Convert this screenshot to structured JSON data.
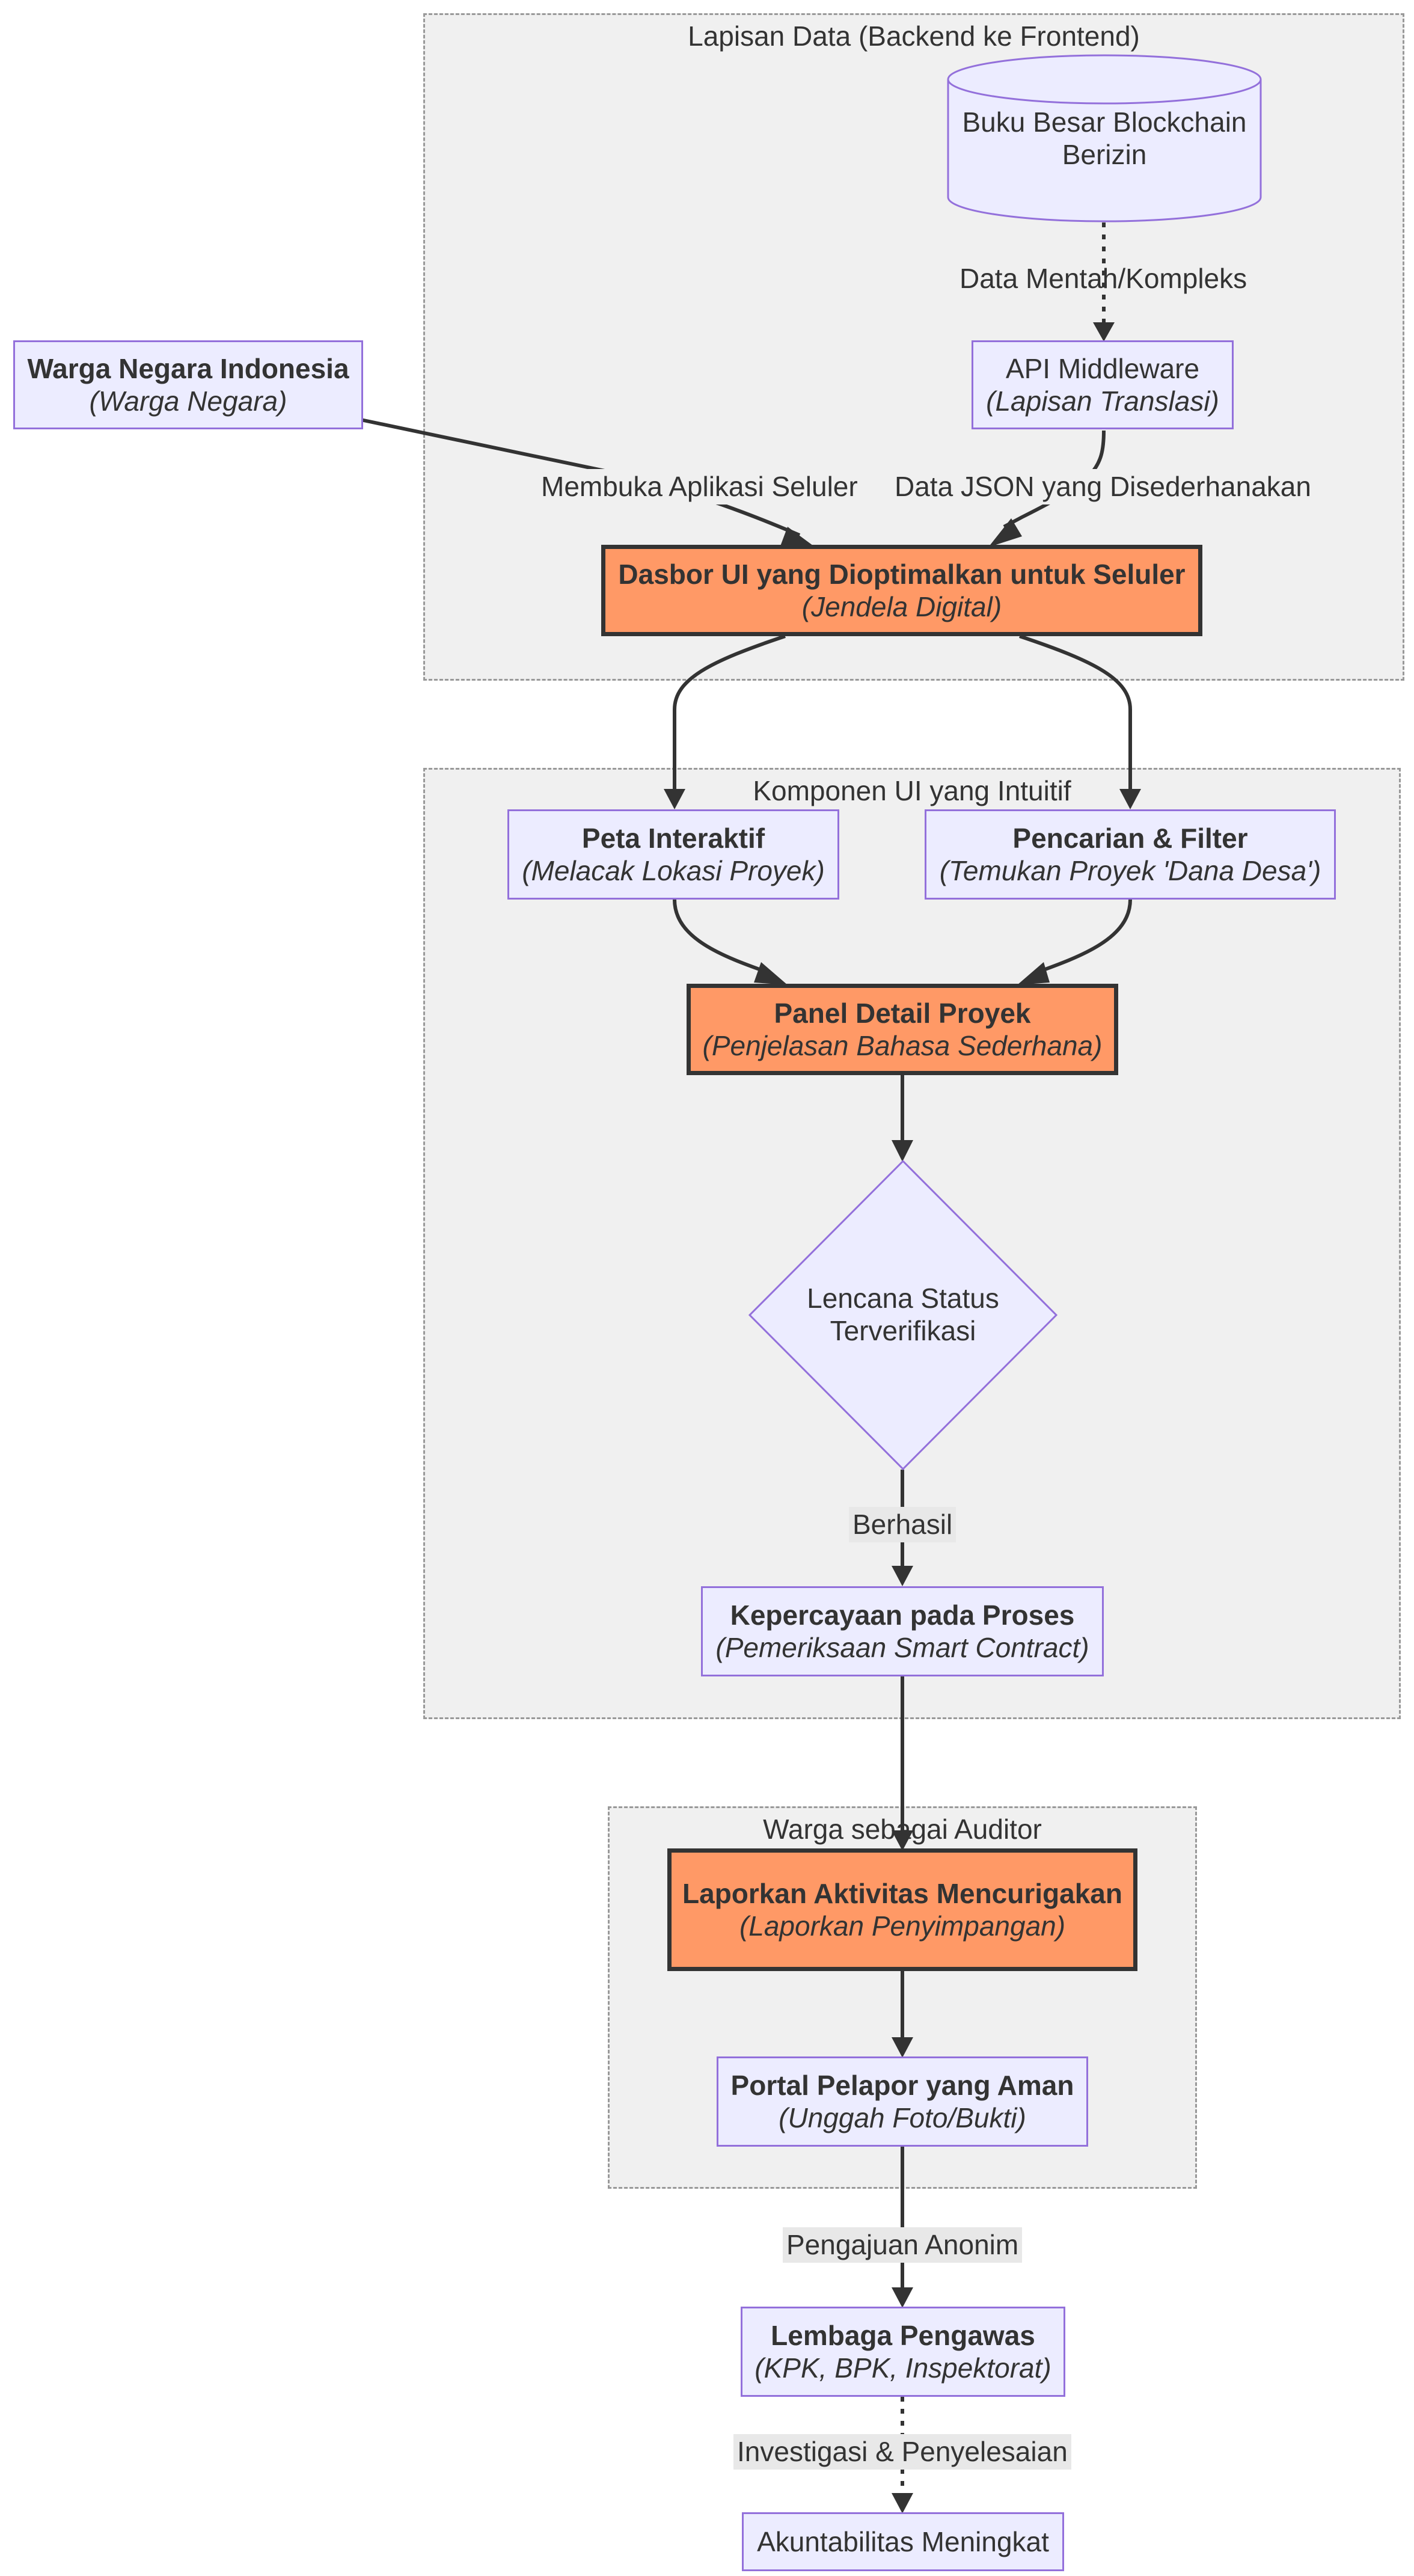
{
  "clusters": {
    "data_layer": "Lapisan Data (Backend ke Frontend)",
    "ui_components": "Komponen UI yang Intuitif",
    "auditor": "Warga sebagai Auditor"
  },
  "nodes": {
    "ledger": {
      "line1": "Buku Besar Blockchain",
      "line2": "Berizin"
    },
    "api": {
      "title": "API Middleware",
      "subtitle": "(Lapisan Translasi)"
    },
    "citizen": {
      "title": "Warga Negara Indonesia",
      "subtitle": "(Warga Negara)"
    },
    "dashboard": {
      "title": "Dasbor UI yang Dioptimalkan untuk Seluler",
      "subtitle": "(Jendela Digital)"
    },
    "map": {
      "title": "Peta Interaktif",
      "subtitle": "(Melacak Lokasi Proyek)"
    },
    "search": {
      "title": "Pencarian & Filter",
      "subtitle": "(Temukan Proyek 'Dana Desa')"
    },
    "detail": {
      "title": "Panel Detail Proyek",
      "subtitle": "(Penjelasan Bahasa Sederhana)"
    },
    "badge": {
      "line1": "Lencana Status",
      "line2": "Terverifikasi"
    },
    "trust": {
      "title": "Kepercayaan pada Proses",
      "subtitle": "(Pemeriksaan Smart Contract)"
    },
    "report": {
      "title": "Laporkan Aktivitas Mencurigakan",
      "subtitle": "(Laporkan Penyimpangan)"
    },
    "portal": {
      "title": "Portal Pelapor yang Aman",
      "subtitle": "(Unggah Foto/Bukti)"
    },
    "oversight": {
      "title": "Lembaga Pengawas",
      "subtitle": "(KPK, BPK, Inspektorat)"
    },
    "accountability": {
      "title": "Akuntabilitas Meningkat"
    }
  },
  "edges": {
    "raw": "Data Mentah/Kompleks",
    "open_app": "Membuka Aplikasi Seluler",
    "json": "Data JSON yang Disederhanakan",
    "success": "Berhasil",
    "anon": "Pengajuan Anonim",
    "investigate": "Investigasi & Penyelesaian"
  },
  "colors": {
    "node_fill": "#ececff",
    "node_border": "#9370db",
    "highlight_fill": "#ff9966",
    "highlight_border": "#333333",
    "cluster_fill": "#f0f0f0",
    "cluster_border": "#999999",
    "edge": "#333333"
  }
}
